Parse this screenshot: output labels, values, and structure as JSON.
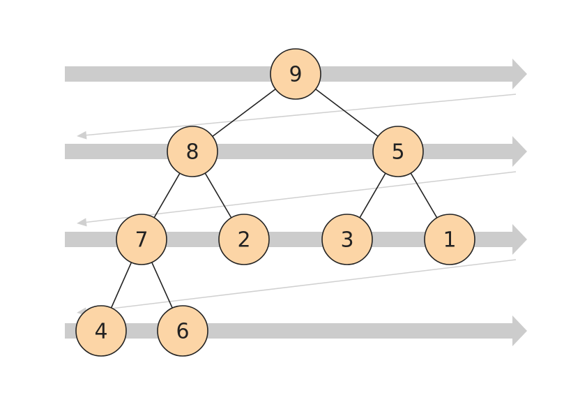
{
  "colors": {
    "node_fill": "#fcd5a6",
    "node_stroke": "#222222",
    "level_arrow": "#cccccc",
    "return_arrow": "#d0d0d0",
    "edge": "#222222"
  },
  "tree": {
    "nodes": [
      {
        "id": "n9",
        "label": "9"
      },
      {
        "id": "n8",
        "label": "8"
      },
      {
        "id": "n5",
        "label": "5"
      },
      {
        "id": "n7",
        "label": "7"
      },
      {
        "id": "n2",
        "label": "2"
      },
      {
        "id": "n3",
        "label": "3"
      },
      {
        "id": "n1",
        "label": "1"
      },
      {
        "id": "n4",
        "label": "4"
      },
      {
        "id": "n6",
        "label": "6"
      }
    ],
    "edges": [
      [
        "n9",
        "n8"
      ],
      [
        "n9",
        "n5"
      ],
      [
        "n8",
        "n7"
      ],
      [
        "n8",
        "n2"
      ],
      [
        "n5",
        "n3"
      ],
      [
        "n5",
        "n1"
      ],
      [
        "n7",
        "n4"
      ],
      [
        "n7",
        "n6"
      ]
    ]
  }
}
